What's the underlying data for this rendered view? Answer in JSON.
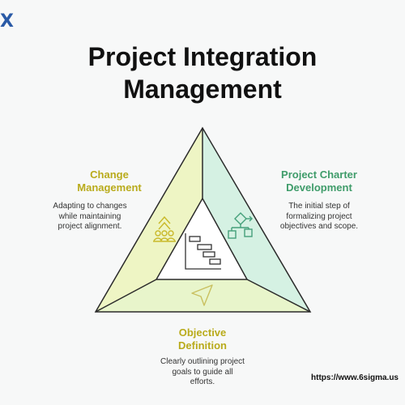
{
  "brand": {
    "logo_text": "X"
  },
  "title": {
    "line1": "Project Integration",
    "line2": "Management"
  },
  "sections": {
    "change": {
      "heading_line1": "Change",
      "heading_line2": "Management",
      "desc_line1": "Adapting to changes",
      "desc_line2": "while maintaining",
      "desc_line3": "project alignment.",
      "icon": "team-hierarchy-icon"
    },
    "charter": {
      "heading_line1": "Project Charter",
      "heading_line2": "Development",
      "desc_line1": "The initial step of",
      "desc_line2": "formalizing project",
      "desc_line3": "objectives and scope.",
      "icon": "flowchart-icon"
    },
    "objective": {
      "heading_line1": "Objective",
      "heading_line2": "Definition",
      "desc_line1": "Clearly outlining project",
      "desc_line2": "goals to guide all",
      "desc_line3": "efforts.",
      "icon": "pointer-arrow-icon"
    },
    "center": {
      "icon": "gantt-chart-icon"
    }
  },
  "colors": {
    "yellow_text": "#b9ab1b",
    "green_text": "#3f9c6a",
    "left_face": "#eef5c4",
    "right_face": "#d5f1e3",
    "bottom_face": "#e8f5cb",
    "edge_stroke": "#2b2b2b"
  },
  "footer": {
    "url": "https://www.6sigma.us"
  }
}
